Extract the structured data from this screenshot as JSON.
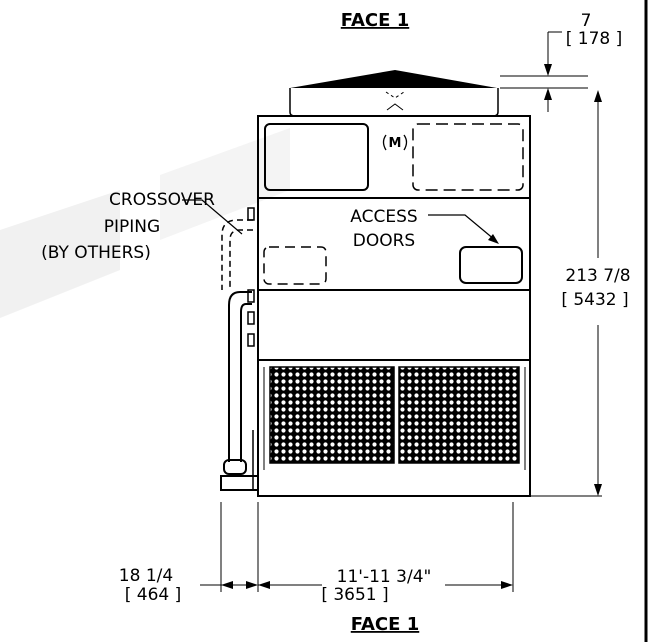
{
  "header": {
    "title": "FACE 1"
  },
  "footer": {
    "title": "FACE 1"
  },
  "labels": {
    "crossover_l1": "CROSSOVER",
    "crossover_l2": "PIPING",
    "crossover_l3": "(BY OTHERS)",
    "access_l1": "ACCESS",
    "access_l2": "DOORS"
  },
  "dimensions": {
    "top_in": "7",
    "top_mm": "[ 178 ]",
    "height_in": "213 7/8",
    "height_mm": "[ 5432 ]",
    "left_in": "18 1/4",
    "left_mm": "[ 464 ]",
    "width_in": "11'-11 3/4\"",
    "width_mm": "[ 3651 ]"
  },
  "logo": {
    "text": "M"
  }
}
